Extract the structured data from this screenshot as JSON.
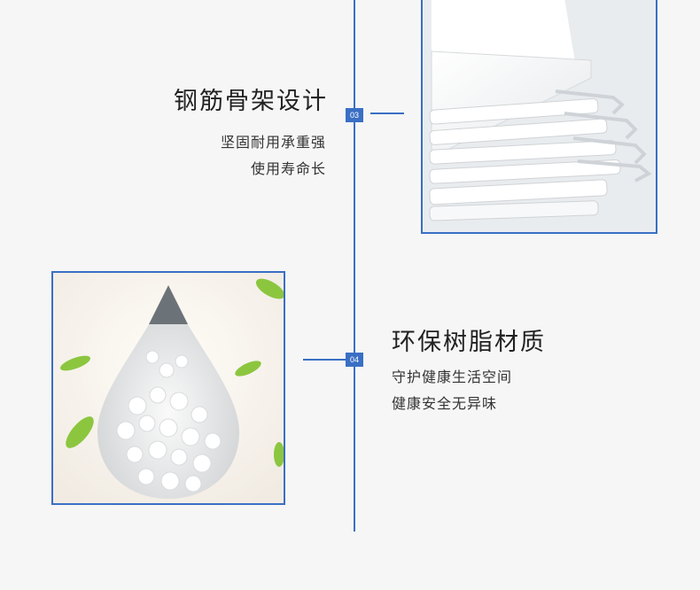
{
  "feature_03": {
    "number": "03",
    "title": "钢筋骨架设计",
    "lines": [
      "坚固耐用承重强",
      "使用寿命长"
    ]
  },
  "feature_04": {
    "number": "04",
    "title": "环保树脂材质",
    "lines": [
      "守护健康生活空间",
      "健康安全无异味"
    ]
  },
  "colors": {
    "accent": "#3a6fc4",
    "background": "#f6f6f6"
  }
}
